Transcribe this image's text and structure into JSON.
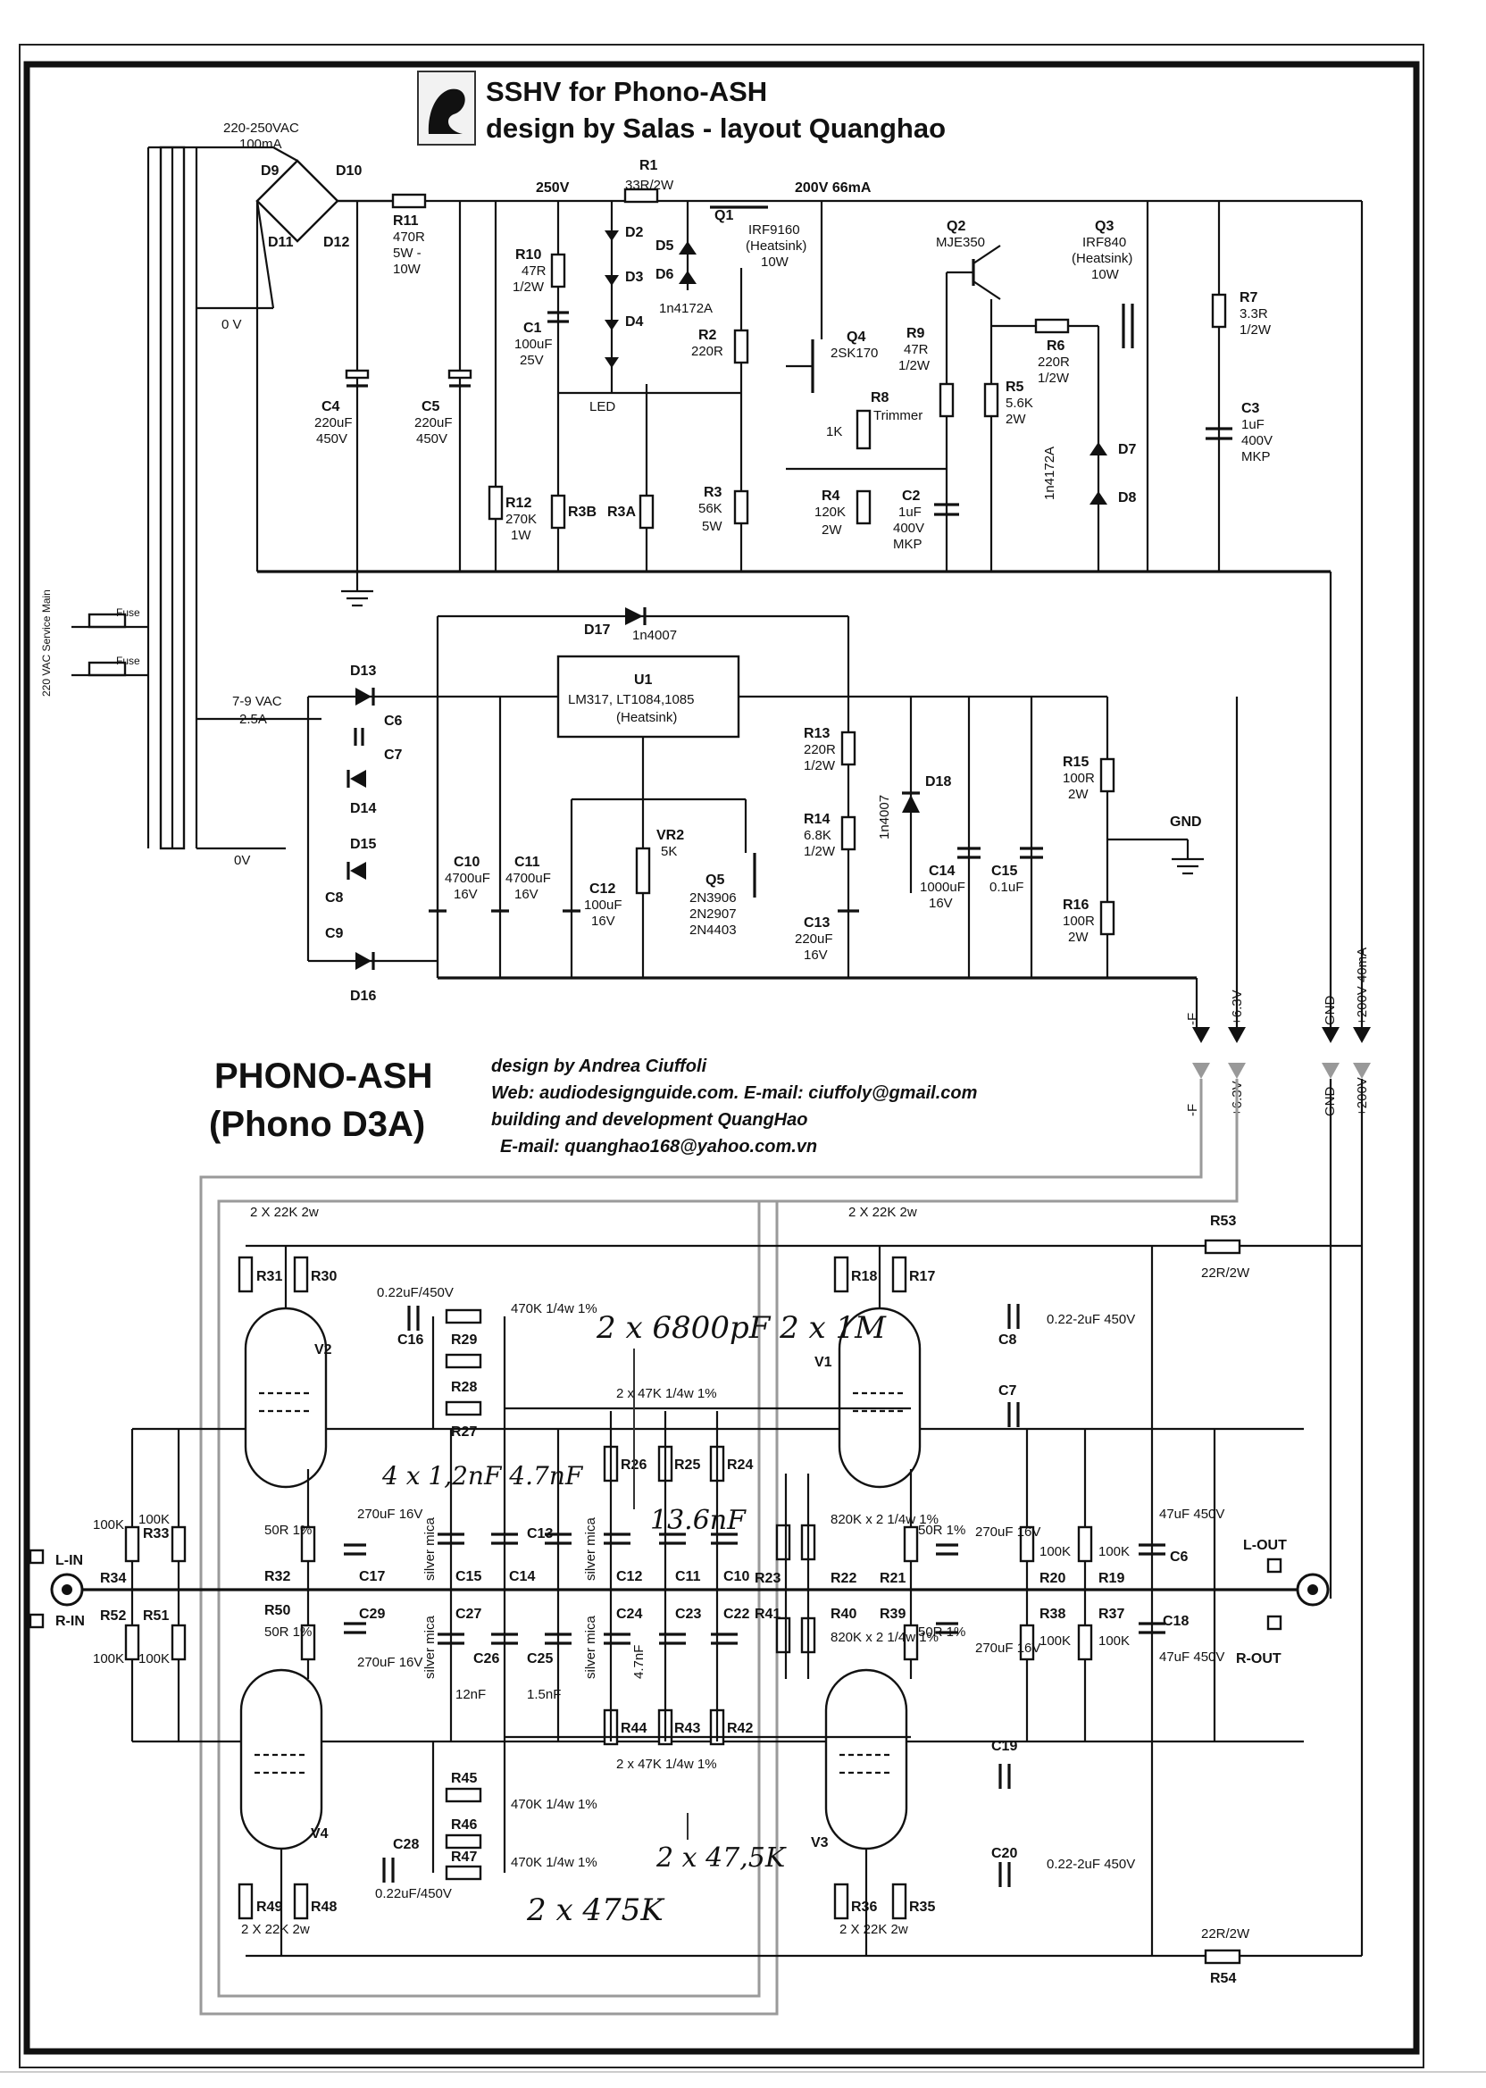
{
  "header": {
    "title_line1": "SSHV for Phono-ASH",
    "title_line2": "design by Salas - layout Quanghao"
  },
  "credits": {
    "project_name": "PHONO-ASH",
    "project_alt": "(Phono D3A)",
    "line1": "design by Andrea Ciuffoli",
    "line2": "Web: audiodesignguide.com. E-mail: ciuffoly@gmail.com",
    "line3": "building and development QuangHao",
    "line4": "E-mail: quanghao168@yahoo.com.vn"
  },
  "hv_supply": {
    "transformer_primary": "220 VAC",
    "transformer_sec_hv": "220-250VAC",
    "transformer_sec_hv_current": "100mA",
    "zero_v": "0 V",
    "rail_250": "250V",
    "rail_200": "200V 66mA",
    "components": [
      {
        "ref": "D9",
        "value": ""
      },
      {
        "ref": "D10",
        "value": ""
      },
      {
        "ref": "D11",
        "value": ""
      },
      {
        "ref": "D12",
        "value": ""
      },
      {
        "ref": "R11",
        "value": "470R 5W - 10W"
      },
      {
        "ref": "C4",
        "value": "220uF 450V"
      },
      {
        "ref": "C5",
        "value": "220uF 450V"
      },
      {
        "ref": "R10",
        "value": "47R 1/2W"
      },
      {
        "ref": "C1",
        "value": "100uF 25V"
      },
      {
        "ref": "R12",
        "value": "270K 1W"
      },
      {
        "ref": "R3B",
        "value": ""
      },
      {
        "ref": "R3A",
        "value": ""
      },
      {
        "ref": "R1",
        "value": "33R/2W"
      },
      {
        "ref": "Q1",
        "value": "IRF9160 (Heatsink) 10W"
      },
      {
        "ref": "D5",
        "value": ""
      },
      {
        "ref": "D6",
        "value": "1n4172A"
      },
      {
        "ref": "R2",
        "value": "220R"
      },
      {
        "ref": "R3",
        "value": "56K 5W"
      },
      {
        "ref": "Q4",
        "value": "2SK170"
      },
      {
        "ref": "R8",
        "value": "Trimmer 1K"
      },
      {
        "ref": "R4",
        "value": "120K 2W"
      },
      {
        "ref": "C2",
        "value": "1uF 400V MKP"
      },
      {
        "ref": "Q2",
        "value": "MJE350"
      },
      {
        "ref": "R9",
        "value": "47R 1/2W"
      },
      {
        "ref": "R5",
        "value": "5.6K 2W"
      },
      {
        "ref": "R6",
        "value": "220R 1/2W"
      },
      {
        "ref": "Q3",
        "value": "IRF840 (Heatsink) 10W"
      },
      {
        "ref": "D7",
        "value": "1n4172A"
      },
      {
        "ref": "D8",
        "value": ""
      },
      {
        "ref": "R7",
        "value": "3.3R 1/2W"
      },
      {
        "ref": "C3",
        "value": "1uF 400V MKP"
      }
    ],
    "led_label": "LED",
    "led_refs": [
      "D2",
      "D3",
      "D4"
    ]
  },
  "lv_supply": {
    "fuse_label": "Fuse",
    "mains_label": "220 VAC Service Main",
    "sec_lv": "7-9 VAC",
    "sec_lv_current": "2.5A",
    "zero_v": "0V",
    "gnd": "GND",
    "regulator": {
      "ref": "U1",
      "value": "LM317, LT1084,1085",
      "note": "(Heatsink)"
    },
    "components": [
      {
        "ref": "D17",
        "value": "1n4007"
      },
      {
        "ref": "D13",
        "value": ""
      },
      {
        "ref": "D14",
        "value": ""
      },
      {
        "ref": "D15",
        "value": ""
      },
      {
        "ref": "D16",
        "value": ""
      },
      {
        "ref": "C6",
        "value": ""
      },
      {
        "ref": "C7",
        "value": ""
      },
      {
        "ref": "C8",
        "value": ""
      },
      {
        "ref": "C9",
        "value": ""
      },
      {
        "ref": "C10",
        "value": "4700uF 16V"
      },
      {
        "ref": "C11",
        "value": "4700uF 16V"
      },
      {
        "ref": "C12",
        "value": "100uF 16V"
      },
      {
        "ref": "VR2",
        "value": "5K"
      },
      {
        "ref": "Q5",
        "value": "2N3906 2N2907 2N4403"
      },
      {
        "ref": "R13",
        "value": "220R 1/2W"
      },
      {
        "ref": "R14",
        "value": "6.8K 1/2W"
      },
      {
        "ref": "C13",
        "value": "220uF 16V"
      },
      {
        "ref": "D18",
        "value": "1n4007"
      },
      {
        "ref": "C14",
        "value": "1000uF 16V"
      },
      {
        "ref": "C15",
        "value": "0.1uF"
      },
      {
        "ref": "R15",
        "value": "100R 2W"
      },
      {
        "ref": "R16",
        "value": "100R 2W"
      }
    ]
  },
  "connectors": [
    {
      "label": "-F"
    },
    {
      "label": "+6.3V"
    },
    {
      "label": "GND"
    },
    {
      "label": "+200V 40mA"
    },
    {
      "label": "-F"
    },
    {
      "label": "+6.3V"
    },
    {
      "label": "GND"
    },
    {
      "label": "+200V"
    }
  ],
  "amp": {
    "in_left": "L-IN",
    "in_right": "R-IN",
    "out_left": "L-OUT",
    "out_right": "R-OUT",
    "tubes": [
      "V1",
      "V2",
      "V3",
      "V4"
    ],
    "labels": [
      {
        "id": "r31_30",
        "text": "2 X 22K 2w"
      },
      {
        "id": "r18_17",
        "text": "2 X 22K 2w"
      },
      {
        "id": "r49_48",
        "text": "2 X 22K 2w"
      },
      {
        "id": "r36_35",
        "text": "2 X 22K 2w"
      },
      {
        "id": "c16",
        "text": "0.22uF/450V"
      },
      {
        "id": "c28",
        "text": "0.22uF/450V"
      },
      {
        "id": "r29",
        "text": "470K 1/4w 1%"
      },
      {
        "id": "r46",
        "text": "470K 1/4w 1%"
      },
      {
        "id": "r47",
        "text": "470K 1/4w 1%"
      },
      {
        "id": "r26_24",
        "text": "2 x 47K 1/4w 1%"
      },
      {
        "id": "r44_42",
        "text": "2 x 47K 1/4w 1%"
      },
      {
        "id": "c8",
        "text": "0.22-2uF 450V"
      },
      {
        "id": "c20",
        "text": "0.22-2uF 450V"
      },
      {
        "id": "r53",
        "text": "22R/2W"
      },
      {
        "id": "r54",
        "text": "22R/2W"
      },
      {
        "id": "c6b",
        "text": "47uF 450V"
      },
      {
        "id": "c18",
        "text": "47uF 450V"
      },
      {
        "id": "r22",
        "text": "820K x 2 1/4w 1%"
      },
      {
        "id": "r40",
        "text": "820K x 2 1/4w 1%"
      },
      {
        "id": "c17",
        "text": "270uF 16V"
      },
      {
        "id": "c29",
        "text": "270uF 16V"
      },
      {
        "id": "c21",
        "text": "270uF 16V"
      },
      {
        "id": "c39",
        "text": "270uF 16V"
      },
      {
        "id": "r32",
        "text": "50R 1%"
      },
      {
        "id": "r50",
        "text": "50R 1%"
      },
      {
        "id": "r21",
        "text": "50R 1%"
      },
      {
        "id": "r39",
        "text": "50R 1%"
      },
      {
        "id": "r34",
        "text": "100K"
      },
      {
        "id": "r33",
        "text": "100K"
      },
      {
        "id": "r52",
        "text": "100K"
      },
      {
        "id": "r51",
        "text": "100K"
      },
      {
        "id": "r20",
        "text": "100K"
      },
      {
        "id": "r19",
        "text": "100K"
      },
      {
        "id": "r38",
        "text": "100K"
      },
      {
        "id": "r37",
        "text": "100K"
      },
      {
        "id": "c12",
        "text": "12nF"
      },
      {
        "id": "c25",
        "text": "1.5nF"
      },
      {
        "id": "c24",
        "text": "4.7nF"
      },
      {
        "id": "mica1",
        "text": "silver mica"
      },
      {
        "id": "mica2",
        "text": "silver mica"
      },
      {
        "id": "mica3",
        "text": "silver mica"
      },
      {
        "id": "mica4",
        "text": "silver mica"
      }
    ],
    "refs": [
      "R31",
      "R30",
      "C16",
      "R29",
      "R28",
      "R27",
      "R26",
      "R25",
      "R24",
      "R23",
      "R22",
      "R21",
      "R20",
      "R19",
      "R18",
      "R17",
      "C8",
      "C7",
      "C6",
      "C17",
      "C15",
      "C14",
      "C13",
      "C12",
      "C11",
      "C10",
      "R32",
      "R33",
      "R34",
      "R52",
      "R51",
      "R50",
      "C29",
      "C27",
      "C26",
      "C25",
      "C24",
      "C23",
      "C22",
      "R41",
      "R40",
      "R39",
      "R38",
      "R37",
      "C18",
      "R45",
      "R46",
      "R47",
      "R44",
      "R43",
      "R42",
      "C28",
      "C19",
      "C20",
      "R49",
      "R48",
      "R36",
      "R35",
      "R54",
      "R53"
    ]
  },
  "handwritten": [
    {
      "text": "2 x 6800pF 2 x 1M"
    },
    {
      "text": "4 x 1,2nF 4.7nF"
    },
    {
      "text": "13.6nF"
    },
    {
      "text": "2 x 47,5K"
    },
    {
      "text": "2 x 475K"
    }
  ]
}
